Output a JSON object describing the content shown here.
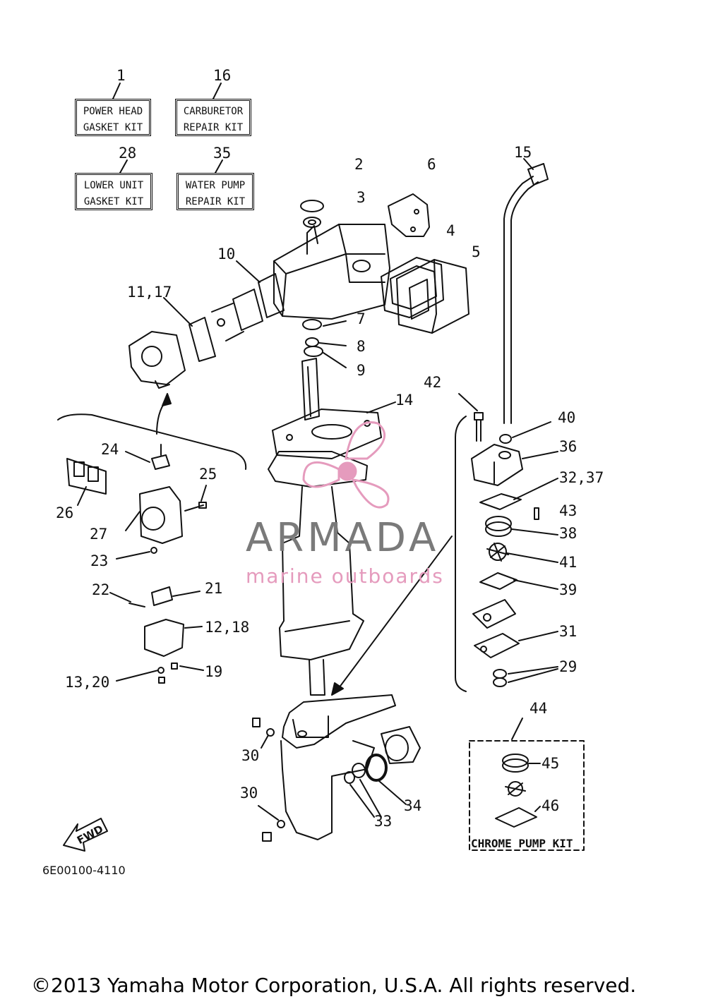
{
  "kits": {
    "power_head": {
      "number": "1",
      "line1": "POWER HEAD",
      "line2": "GASKET KIT"
    },
    "carburetor": {
      "number": "16",
      "line1": "CARBURETOR",
      "line2": "REPAIR KIT"
    },
    "lower_unit": {
      "number": "28",
      "line1": "LOWER UNIT",
      "line2": "GASKET KIT"
    },
    "water_pump": {
      "number": "35",
      "line1": "WATER PUMP",
      "line2": "REPAIR KIT"
    }
  },
  "callouts": {
    "c2": "2",
    "c3": "3",
    "c4": "4",
    "c5": "5",
    "c6": "6",
    "c7": "7",
    "c8": "8",
    "c9": "9",
    "c10": "10",
    "c11_17": "11,17",
    "c12_18": "12,18",
    "c13_20": "13,20",
    "c14": "14",
    "c15": "15",
    "c19": "19",
    "c21": "21",
    "c22": "22",
    "c23": "23",
    "c24": "24",
    "c25": "25",
    "c26": "26",
    "c27": "27",
    "c29": "29",
    "c30a": "30",
    "c30b": "30",
    "c31": "31",
    "c32_37": "32,37",
    "c33": "33",
    "c34": "34",
    "c36": "36",
    "c38": "38",
    "c39": "39",
    "c40": "40",
    "c41": "41",
    "c42": "42",
    "c43": "43",
    "c44": "44",
    "c45": "45",
    "c46": "46"
  },
  "chrome_pump_kit": "CHROME PUMP KIT",
  "fwd_label": "FWD",
  "drawing_code": "6E00100-4110",
  "watermark": {
    "title": "ARMADA",
    "subtitle": "marine outboards",
    "title_color": "#7a7a7a",
    "accent_color": "#e59bbd"
  },
  "copyright": "©2013 Yamaha Motor Corporation, U.S.A. All rights reserved."
}
